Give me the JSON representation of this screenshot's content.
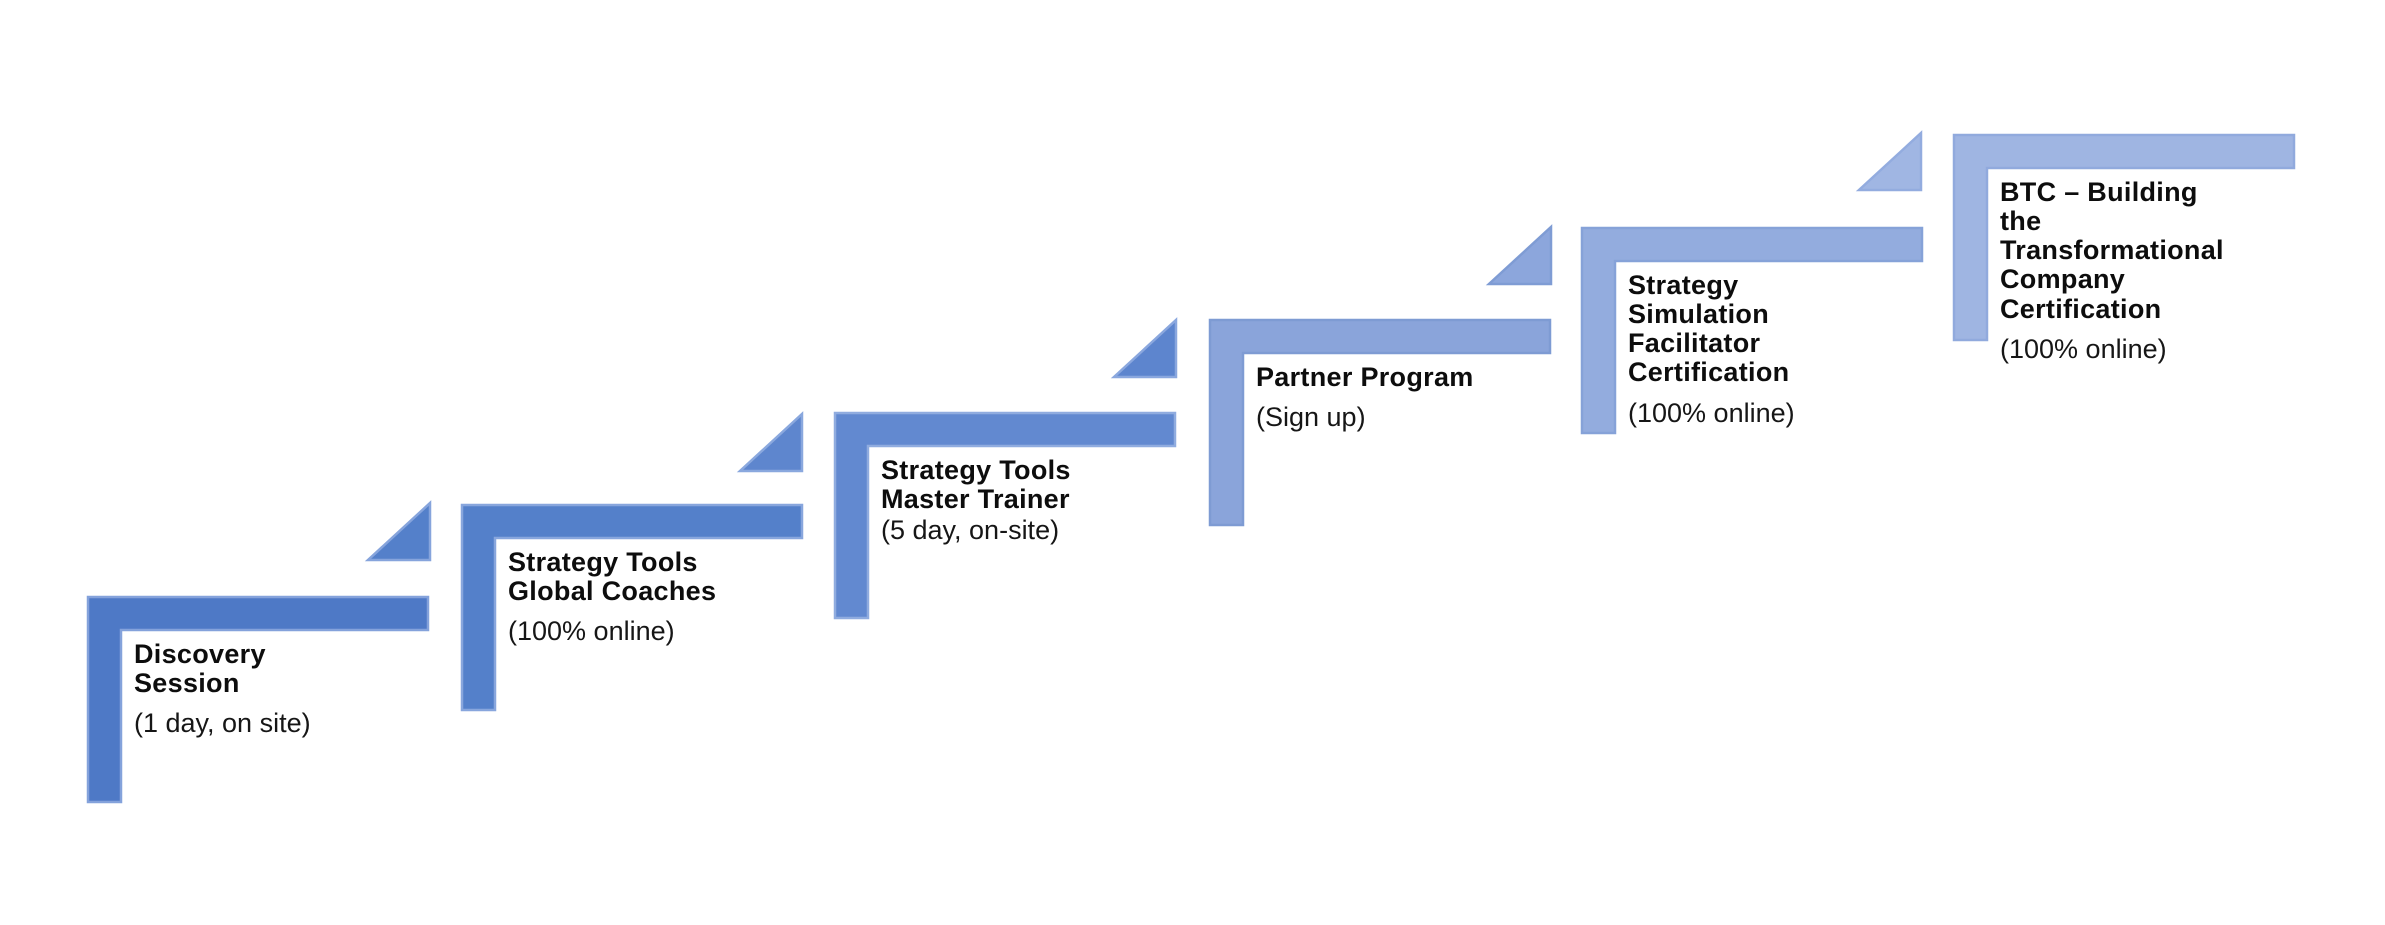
{
  "diagram": {
    "type": "staircase-process",
    "background": "#FFFFFF",
    "text_color": "#111111",
    "steps": [
      {
        "title": "Discovery\nSession",
        "subtitle": "(1 day, on site)",
        "fill": "#4E79C6",
        "border": "#84A2DB"
      },
      {
        "title": "Strategy Tools\nGlobal Coaches",
        "subtitle": "(100% online)",
        "fill": "#5480CA",
        "border": "#88A6DD"
      },
      {
        "title": "Strategy Tools\nMaster Trainer",
        "subtitle": "(5 day, on-site)",
        "fill": "#6289D0",
        "border": "#90ACDF"
      },
      {
        "title": "Partner Program",
        "subtitle": "(Sign up)",
        "fill": "#8AA4DA",
        "border": "#7E9BD3"
      },
      {
        "title": "Strategy\nSimulation\nFacilitator\nCertification",
        "subtitle": "(100% online)",
        "fill": "#93ACDE",
        "border": "#86A2D8"
      },
      {
        "title": "BTC – Building\nthe\nTransformational\nCompany\nCertification",
        "subtitle": "(100% online)",
        "fill": "#9FB5E2",
        "border": "#91AADD"
      }
    ],
    "arrows": [
      {
        "fill": "#5480CA",
        "border": "#86A4DC"
      },
      {
        "fill": "#5E86CE",
        "border": "#8AA8DE"
      },
      {
        "fill": "#5D85CE",
        "border": "#8AA7DE"
      },
      {
        "fill": "#8CA6DC",
        "border": "#7F9CD4"
      },
      {
        "fill": "#A0B6E3",
        "border": "#93ACDF"
      }
    ]
  }
}
